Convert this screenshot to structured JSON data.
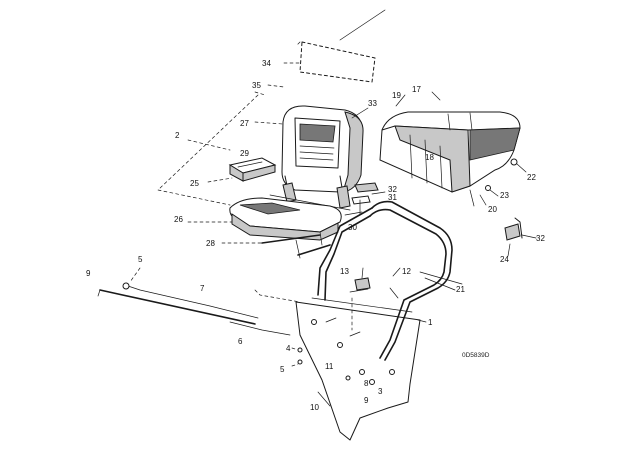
{
  "callouts": {
    "c34": "34",
    "c35": "35",
    "c2": "2",
    "c27": "27",
    "c33": "33",
    "c19": "19",
    "c17": "17",
    "c18": "18",
    "c29": "29",
    "c25": "25",
    "c26": "26",
    "c28": "28",
    "c30": "30",
    "c31": "31",
    "c32a": "32",
    "c22": "22",
    "c23": "23",
    "c20": "20",
    "c32b": "32",
    "c24": "24",
    "c13": "13",
    "c12": "12",
    "c21": "21",
    "c1": "1",
    "c9": "9",
    "c5a": "5",
    "c7": "7",
    "c6": "6",
    "c4": "4",
    "c5b": "5",
    "c11": "11",
    "c8": "8",
    "c10": "10",
    "c3": "3",
    "c9b": "9"
  },
  "drawing_code": "0D5839D"
}
